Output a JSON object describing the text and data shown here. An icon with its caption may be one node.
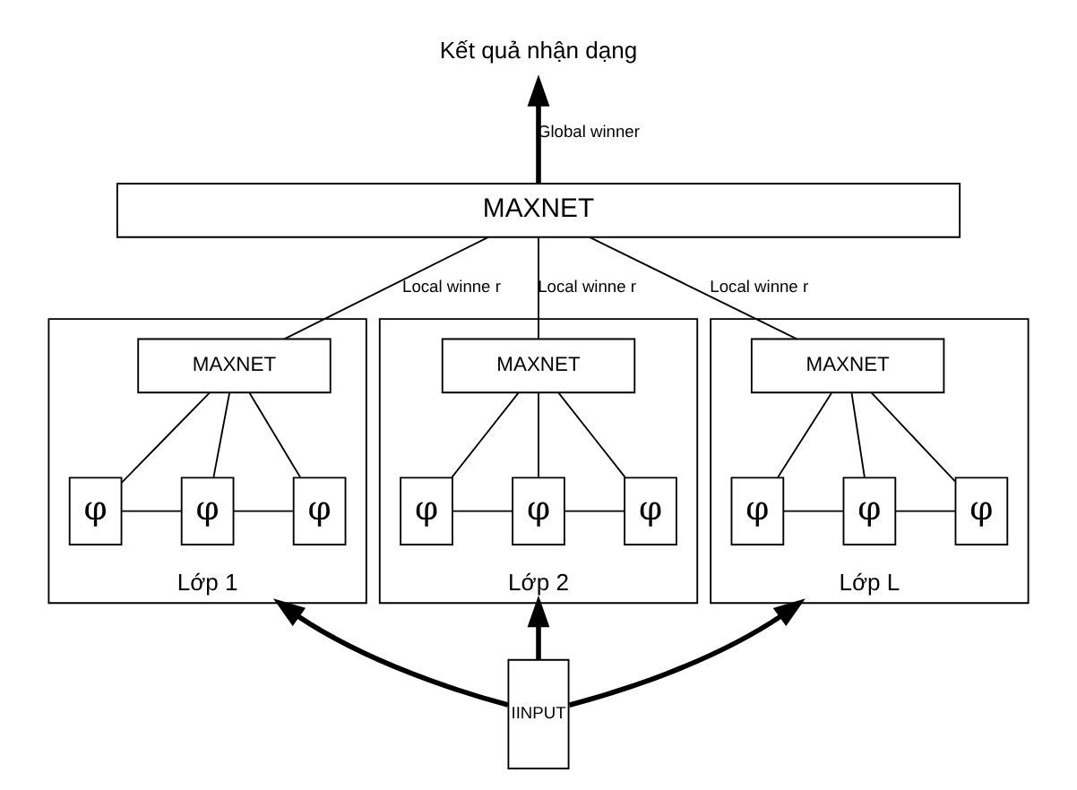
{
  "diagram": {
    "nodes": [
      {
        "text": [
          "Kết quả nhận dạng"
        ]
      },
      {
        "text": [
          "MAXNET"
        ]
      },
      {
        "text": [
          "Lớp 1"
        ]
      },
      {
        "text": [
          "MAXNET"
        ],
        "in": 2
      },
      {
        "text": [
          "φ"
        ],
        "in": 2
      },
      {
        "text": [
          "φ"
        ],
        "in": 2
      },
      {
        "text": [
          "φ"
        ],
        "in": 2
      },
      {
        "text": [
          "Lớp 2"
        ]
      },
      {
        "text": [
          "MAXNET"
        ],
        "in": 7
      },
      {
        "text": [
          "φ"
        ],
        "in": 7
      },
      {
        "text": [
          "φ"
        ],
        "in": 7
      },
      {
        "text": [
          "φ"
        ],
        "in": 7
      },
      {
        "text": [
          "Lớp L"
        ]
      },
      {
        "text": [
          "MAXNET"
        ],
        "in": 12
      },
      {
        "text": [
          "φ"
        ],
        "in": 12
      },
      {
        "text": [
          "φ"
        ],
        "in": 12
      },
      {
        "text": [
          "φ"
        ],
        "in": 12
      },
      {
        "text": [
          "IINPUT"
        ]
      }
    ],
    "edges": [
      {
        "from": 1,
        "to": 0,
        "arrow": "to",
        "label": "Global winner",
        "style": "thick"
      },
      {
        "from": 3,
        "to": 1,
        "arrow": "none",
        "label": "Local winne r"
      },
      {
        "from": 8,
        "to": 1,
        "arrow": "none",
        "label": "Local winne r"
      },
      {
        "from": 13,
        "to": 1,
        "arrow": "none",
        "label": "Local winne r"
      },
      {
        "from": 4,
        "to": 3,
        "arrow": "none"
      },
      {
        "from": 5,
        "to": 3,
        "arrow": "none"
      },
      {
        "from": 6,
        "to": 3,
        "arrow": "none"
      },
      {
        "from": 4,
        "to": 5,
        "arrow": "none"
      },
      {
        "from": 5,
        "to": 6,
        "arrow": "none"
      },
      {
        "from": 9,
        "to": 8,
        "arrow": "none"
      },
      {
        "from": 10,
        "to": 8,
        "arrow": "none"
      },
      {
        "from": 11,
        "to": 8,
        "arrow": "none"
      },
      {
        "from": 9,
        "to": 10,
        "arrow": "none"
      },
      {
        "from": 10,
        "to": 11,
        "arrow": "none"
      },
      {
        "from": 14,
        "to": 13,
        "arrow": "none"
      },
      {
        "from": 15,
        "to": 13,
        "arrow": "none"
      },
      {
        "from": 16,
        "to": 13,
        "arrow": "none"
      },
      {
        "from": 14,
        "to": 15,
        "arrow": "none"
      },
      {
        "from": 15,
        "to": 16,
        "arrow": "none"
      },
      {
        "from": 17,
        "to": 2,
        "arrow": "to",
        "style": "thick"
      },
      {
        "from": 17,
        "to": 7,
        "arrow": "to",
        "style": "thick"
      },
      {
        "from": 17,
        "to": 12,
        "arrow": "to",
        "style": "thick"
      }
    ]
  }
}
